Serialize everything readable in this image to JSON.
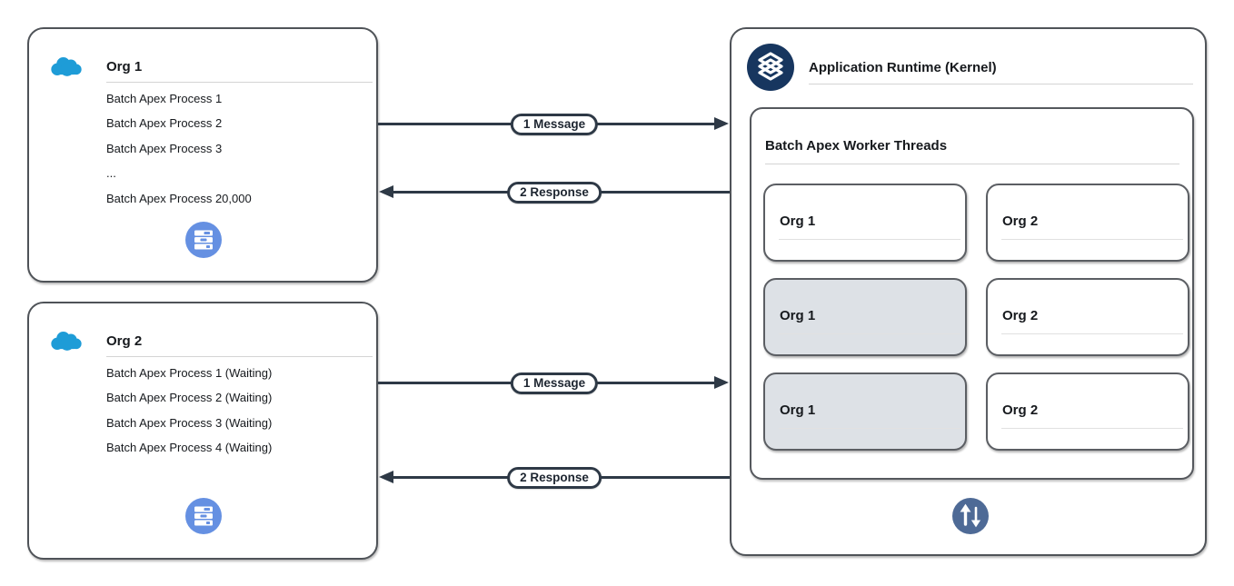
{
  "panels": {
    "org1": {
      "title": "Org 1",
      "processes": [
        "Batch Apex Process 1",
        "Batch Apex Process 2",
        "Batch Apex Process 3",
        "...",
        "Batch Apex Process 20,000"
      ]
    },
    "org2": {
      "title": "Org 2",
      "processes": [
        "Batch Apex Process 1 (Waiting)",
        "Batch Apex Process 2 (Waiting)",
        "Batch Apex Process 3 (Waiting)",
        "Batch Apex Process 4 (Waiting)"
      ]
    },
    "runtime": {
      "title": "Application Runtime (Kernel)",
      "worker_threads": {
        "title": "Batch Apex Worker Threads",
        "slots": [
          {
            "label": "Org 1",
            "state": "idle"
          },
          {
            "label": "Org 2",
            "state": "idle"
          },
          {
            "label": "Org 1",
            "state": "busy"
          },
          {
            "label": "Org 2",
            "state": "idle"
          },
          {
            "label": "Org 1",
            "state": "busy"
          },
          {
            "label": "Org 2",
            "state": "idle"
          }
        ]
      }
    }
  },
  "connections": {
    "org1_message": {
      "label": "1 Message",
      "direction": "right"
    },
    "org1_response": {
      "label": "2 Response",
      "direction": "left"
    },
    "org2_message": {
      "label": "1 Message",
      "direction": "right"
    },
    "org2_response": {
      "label": "2 Response",
      "direction": "left"
    }
  },
  "icons": {
    "org_cloud": "salesforce-cloud-icon",
    "org_database": "server-stack-icon",
    "runtime_logo": "layers-icon",
    "runtime_transfer": "up-down-arrows-icon"
  },
  "colors": {
    "cloud_blue": "#1E9CD7",
    "server_icon_blue": "#6590E2",
    "runtime_logo_navy": "#17365F",
    "transfer_icon_slate": "#4E6A96",
    "busy_slot_fill": "#DDE1E6",
    "connector_dark": "#2E3946",
    "panel_border_gray": "#4F5358"
  }
}
